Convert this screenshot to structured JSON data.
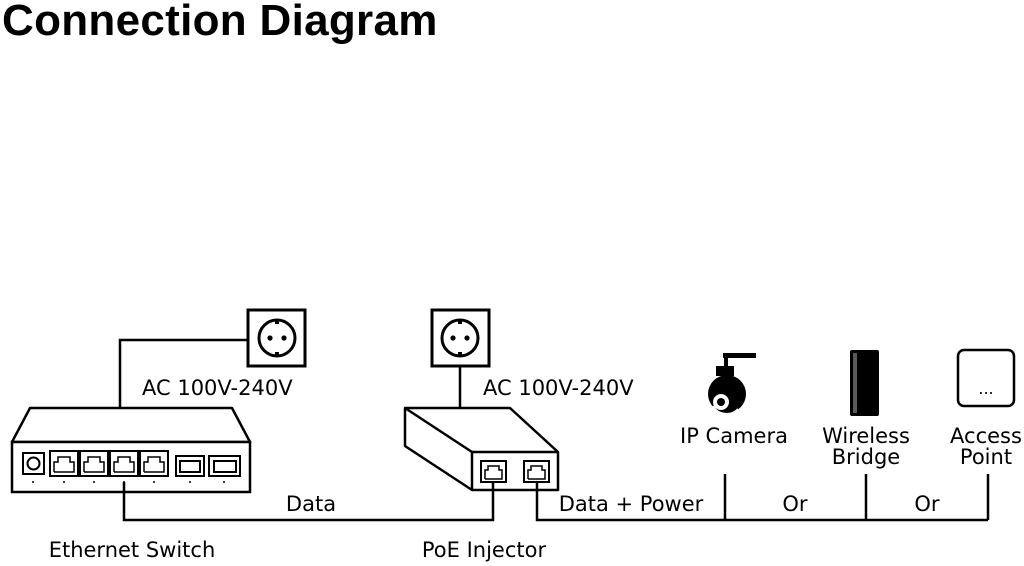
{
  "title": "Connection Diagram",
  "labels": {
    "ac_switch": "AC 100V-240V",
    "ac_injector": "AC 100V-240V",
    "data": "Data",
    "data_power": "Data + Power",
    "or_1": "Or",
    "or_2": "Or",
    "ethernet_switch": "Ethernet Switch",
    "poe_injector": "PoE Injector",
    "ip_camera": "IP Camera",
    "wireless_bridge_l1": "Wireless",
    "wireless_bridge_l2": "Bridge",
    "access_point_l1": "Access",
    "access_point_l2": "Point",
    "access_point_dots": "..."
  },
  "icons": [
    "power-outlet-icon",
    "ethernet-switch-icon",
    "poe-injector-icon",
    "ip-camera-icon",
    "wireless-bridge-icon",
    "access-point-icon"
  ]
}
